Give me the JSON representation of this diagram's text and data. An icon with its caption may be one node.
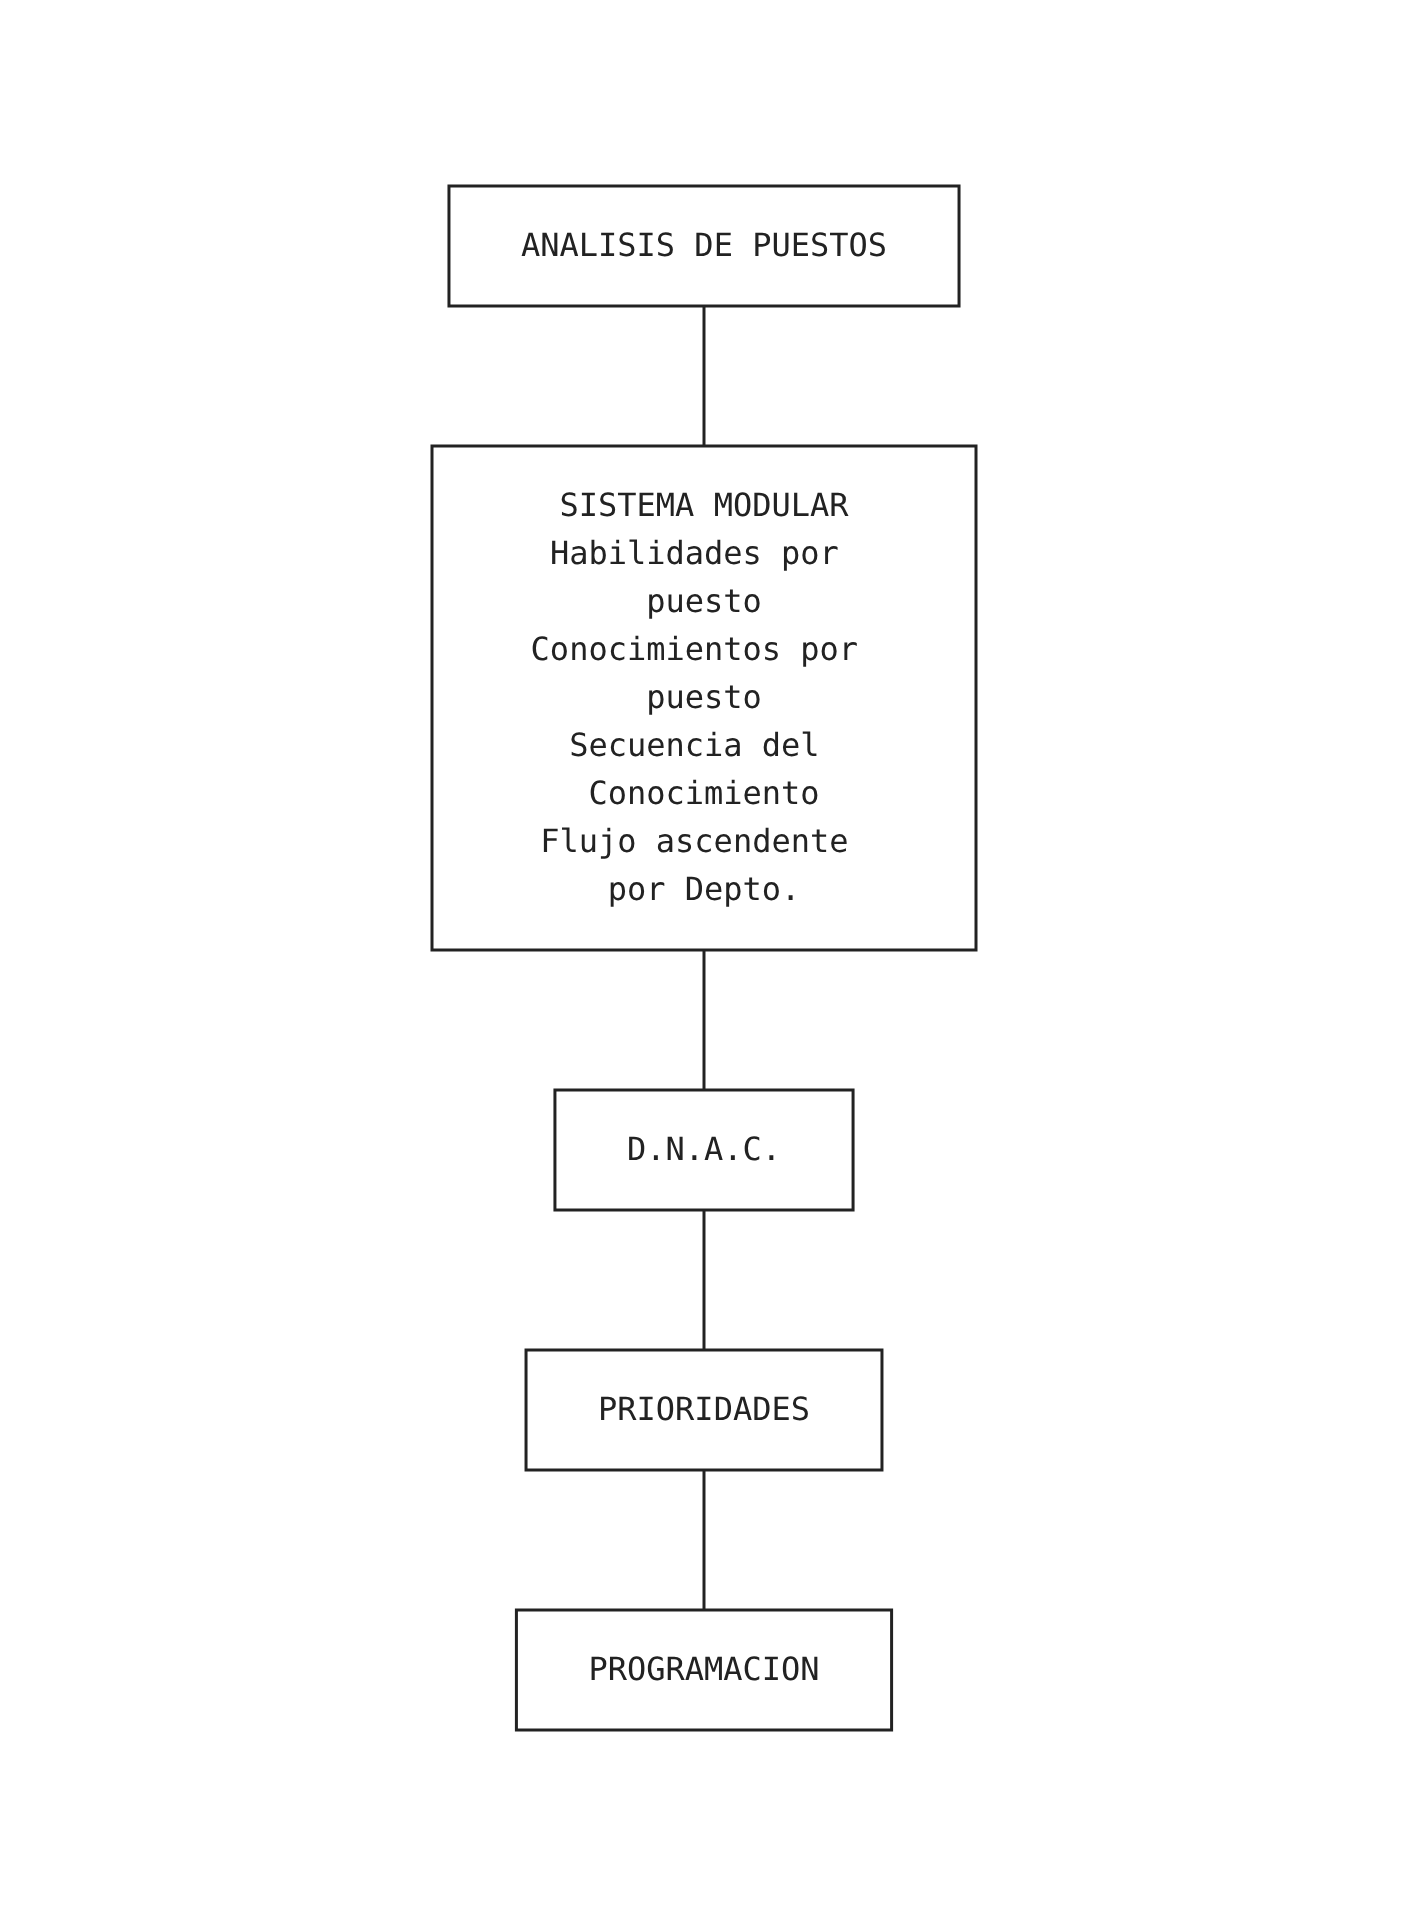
{
  "diagram": {
    "nodes": [
      {
        "text": [
          "ANALISIS DE PUESTOS"
        ]
      },
      {
        "text": [
          "SISTEMA MODULAR",
          "Habilidades por puesto",
          "Conocimientos por puesto",
          "Secuencia del Conocimiento",
          "Flujo ascendente por Depto."
        ]
      },
      {
        "text": [
          "D.N.A.C."
        ]
      },
      {
        "text": [
          "PRIORIDADES"
        ]
      },
      {
        "text": [
          "PROGRAMACION"
        ]
      }
    ],
    "edges": [
      {
        "from": 0,
        "to": 1,
        "arrow": "none"
      },
      {
        "from": 1,
        "to": 2,
        "arrow": "none"
      },
      {
        "from": 2,
        "to": 3,
        "arrow": "none"
      },
      {
        "from": 3,
        "to": 4,
        "arrow": "none"
      }
    ]
  }
}
